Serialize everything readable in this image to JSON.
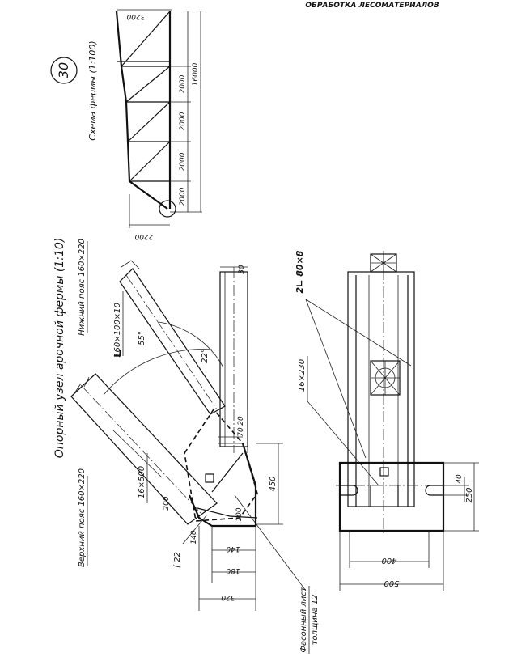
{
  "header_text": "ОБРАБОТКА ЛЕСОМАТЕРИАЛОВ",
  "sheet_number": "30",
  "scheme": {
    "title": "Схема фермы (1:100)",
    "dims": [
      "3200",
      "2000",
      "2000",
      "2000",
      "2000",
      "16000",
      "2200"
    ]
  },
  "main": {
    "title": "Опорный узел арочной фермы (1:10)",
    "lower_chord": "Нижний пояс 160×220",
    "upper_chord": "Верхний пояс 160×220",
    "angle_section": "160×100×10",
    "angle_55": "55°",
    "angle_22": "22°",
    "plate": "16×500",
    "channel": "[ 22",
    "gusset_line1": "Фасонный лист",
    "gusset_line2": "толщина 12",
    "dims": {
      "d30": "30",
      "d20": "20",
      "d70": "70",
      "d450": "450",
      "d200": "200",
      "d100": "100",
      "d140a": "140",
      "d140b": "140",
      "d180": "180",
      "d320": "320",
      "d40": "40",
      "d250": "250",
      "d400": "400",
      "d500": "500"
    }
  },
  "plan": {
    "angles_label": "2∟ 80×8",
    "plate_label": "16×230"
  }
}
